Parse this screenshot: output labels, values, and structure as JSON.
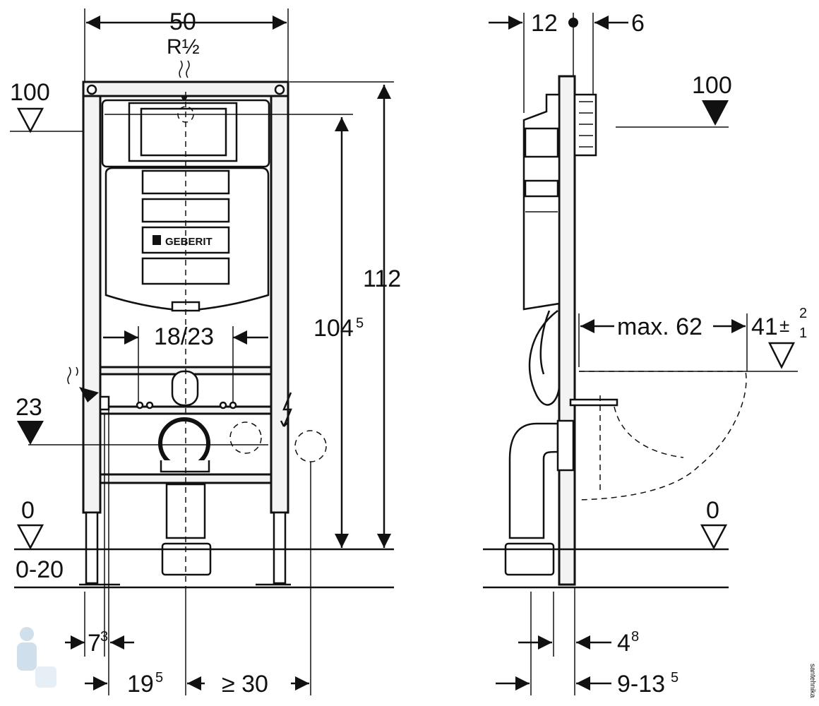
{
  "front_view": {
    "width": "50",
    "r_thread": "R½",
    "total_height": "112",
    "inner_height_main": "104",
    "inner_height_sup": "5",
    "flush_spacing": "18/23",
    "brand": "GEBERIT",
    "level_100": "100",
    "level_23": "23",
    "level_0": "0",
    "floor_range": "0-20",
    "left_offset_main": "7",
    "left_offset_sup": "3",
    "bottom_left_main": "19",
    "bottom_left_sup": "5",
    "bottom_right": "≥ 30"
  },
  "side_view": {
    "top_left": "12",
    "top_right": "6",
    "level_100": "100",
    "bowl_span": "max. 62",
    "bowl_height_main": "41",
    "bowl_height_sup": "±",
    "bowl_height_top": "2",
    "bowl_height_bottom": "1",
    "level_0": "0",
    "bottom_mid_main": "4",
    "bottom_mid_sup": "8",
    "bottom_range_main": "9-13",
    "bottom_range_sup": "5"
  },
  "watermark": "santehnika"
}
